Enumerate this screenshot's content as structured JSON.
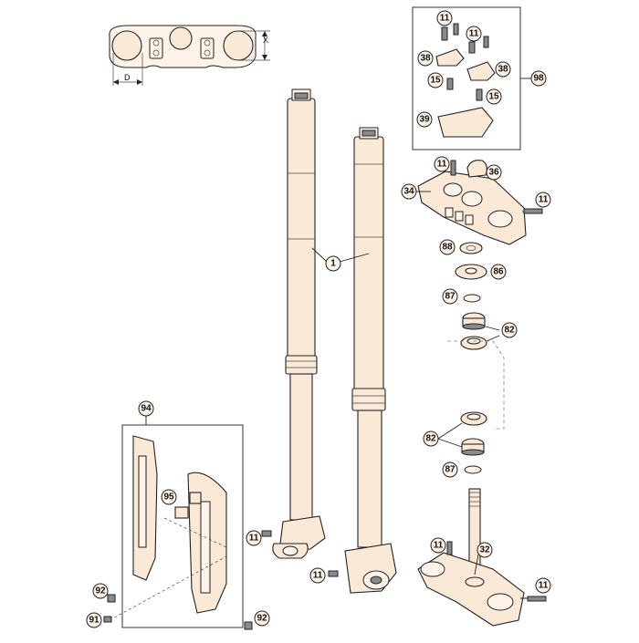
{
  "callouts": {
    "c1": "1",
    "c11a": "11",
    "c11b": "11",
    "c11c": "11",
    "c11d": "11",
    "c11e": "11",
    "c11f": "11",
    "c11g": "11",
    "c11h": "11",
    "c15a": "15",
    "c15b": "15",
    "c32": "32",
    "c34": "34",
    "c36": "36",
    "c38a": "38",
    "c38b": "38",
    "c39": "39",
    "c82a": "82",
    "c82b": "82",
    "c86": "86",
    "c87a": "87",
    "c87b": "87",
    "c88": "88",
    "c91": "91",
    "c92a": "92",
    "c92b": "92",
    "c94": "94",
    "c95": "95",
    "c98": "98"
  },
  "dimensions": {
    "x_label": "X",
    "d_label": "D"
  }
}
